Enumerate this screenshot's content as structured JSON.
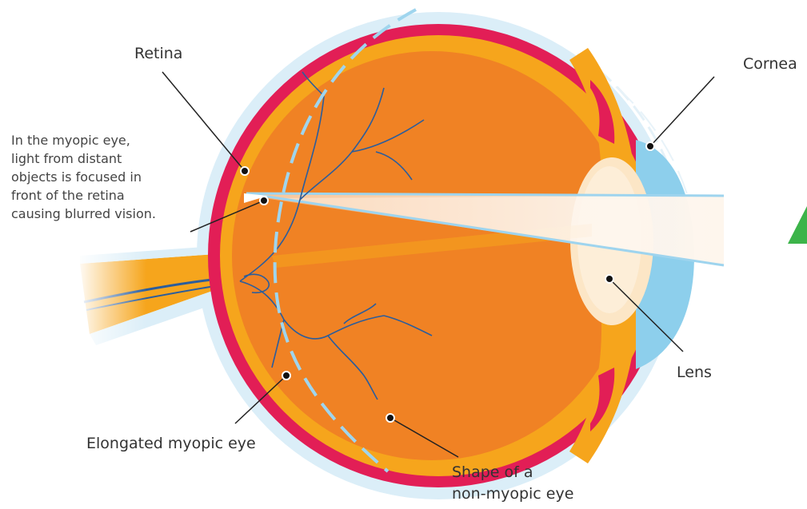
{
  "labels": {
    "retina": "Retina",
    "cornea": "Cornea",
    "lens": "Lens",
    "elongated": "Elongated myopic eye",
    "non_myopic": "Shape of a\nnon-myopic eye",
    "description": "In the myopic eye,\nlight from distant\nobjects is focused in\nfront of the retina\ncausing blurred vision."
  },
  "colors": {
    "sclera": "#e21e56",
    "choroid": "#f6a51c",
    "vitreous": "#f08224",
    "outer_layer": "#dbeef8",
    "cornea": "#8dcfec",
    "lens": "#fce6c6",
    "light": "#fdf1e4",
    "ray": "#9ed4ee",
    "vessel": "#2b5d9c",
    "dashed_outline": "#9fd5ee",
    "leader": "#222222",
    "accent_green": "#3cb44a"
  }
}
